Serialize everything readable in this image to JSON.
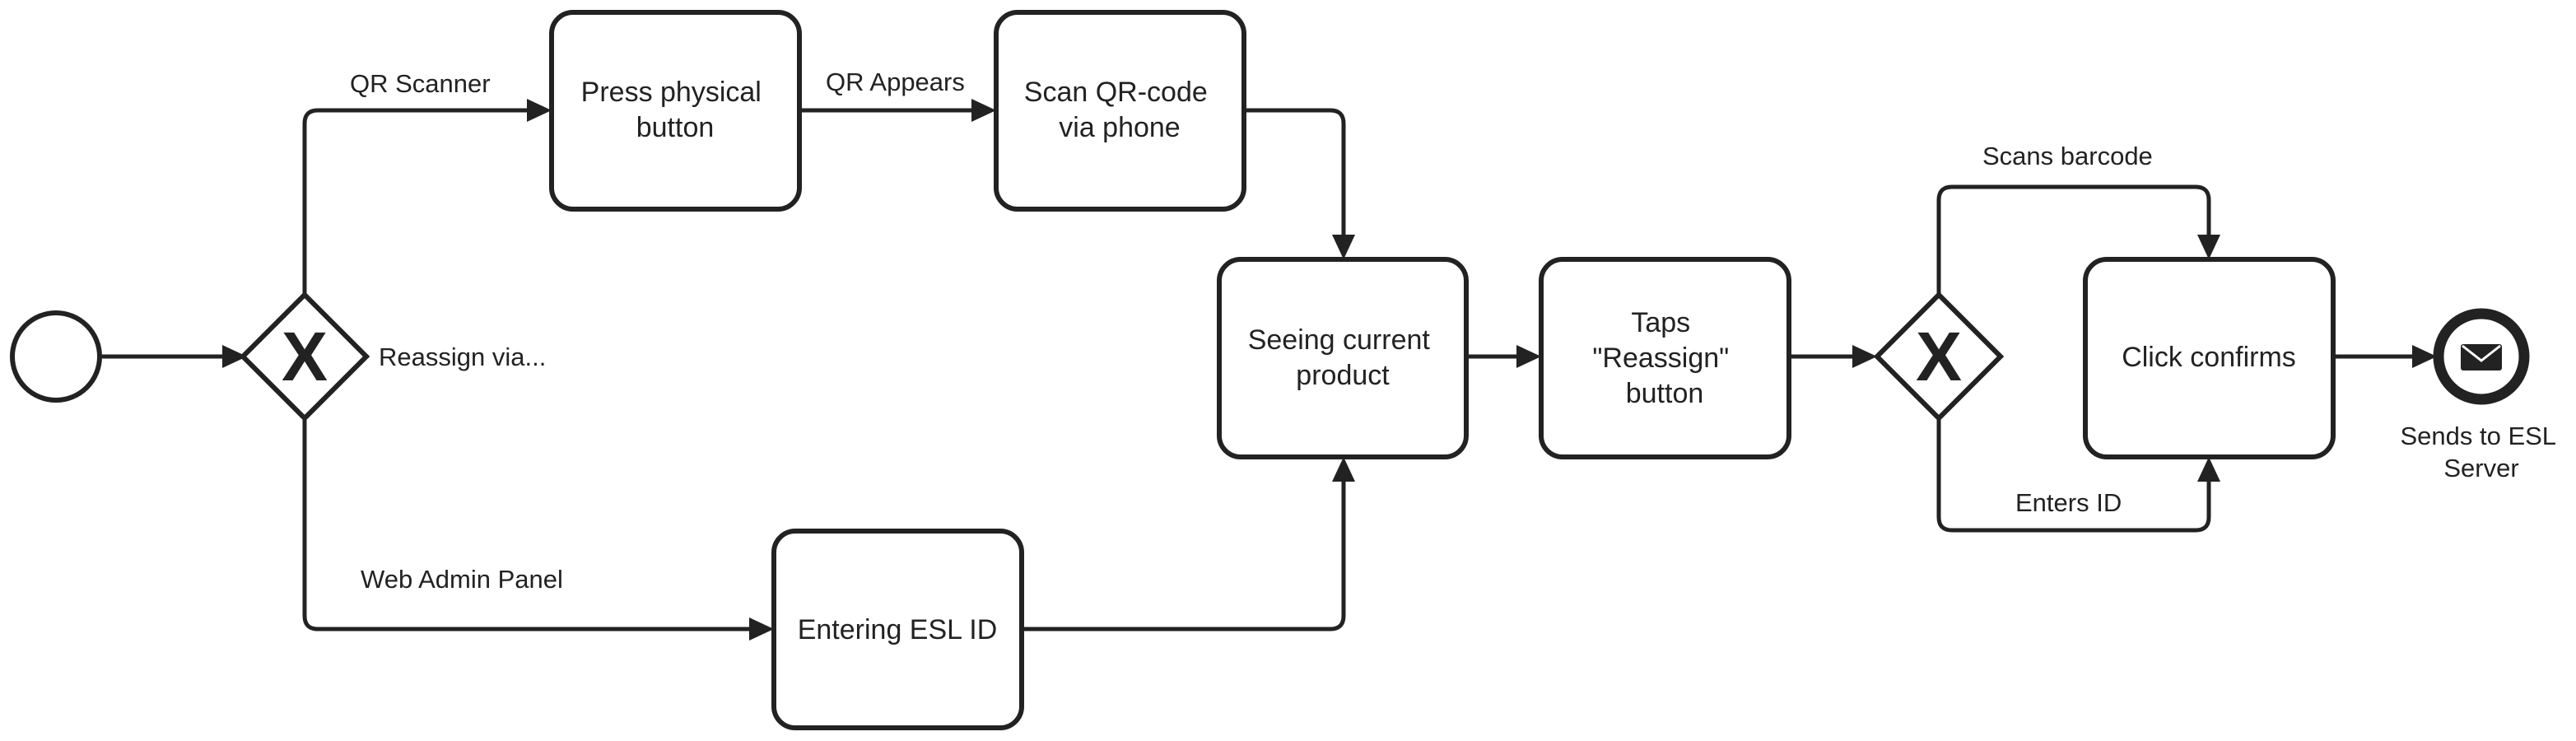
{
  "diagram": {
    "gateway_marker": "X",
    "tasks": {
      "press_button": [
        "Press physical",
        "button"
      ],
      "scan_qr": [
        "Scan QR-code",
        "via phone"
      ],
      "seeing_product": [
        "Seeing current",
        "product"
      ],
      "taps_reassign": [
        "Taps",
        "\"Reassign\"",
        "button"
      ],
      "click_confirms": [
        "Click confirms"
      ],
      "entering_esl": [
        "Entering ESL ID"
      ]
    },
    "flow_labels": {
      "qr_scanner": "QR Scanner",
      "qr_appears": "QR Appears",
      "reassign_via": "Reassign via...",
      "web_admin_panel": "Web Admin Panel",
      "scans_barcode": "Scans barcode",
      "enters_id": "Enters ID"
    },
    "end_event_label": [
      "Sends to ESL",
      "Server"
    ],
    "end_event_icon": "envelope-icon",
    "colors": {
      "stroke": "#222222",
      "fill": "#ffffff"
    }
  }
}
